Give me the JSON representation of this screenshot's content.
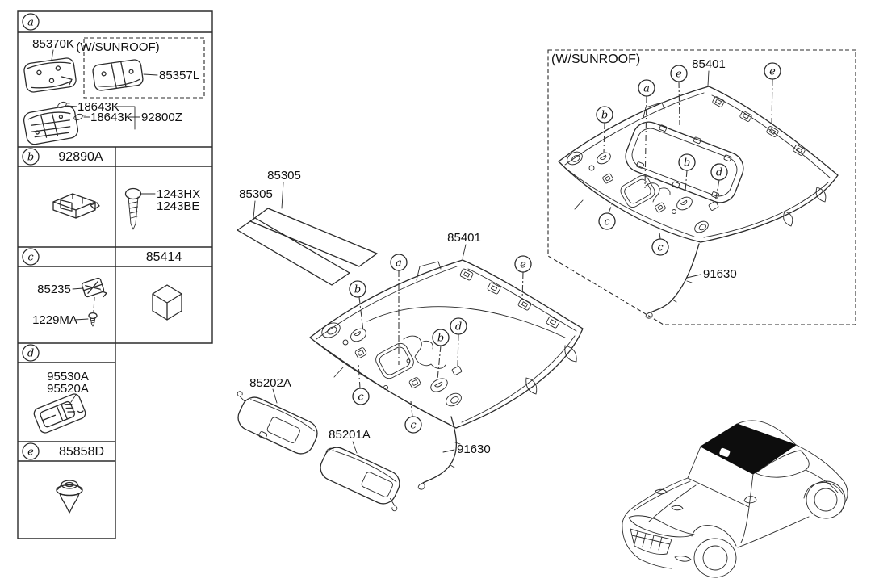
{
  "figure": {
    "background": "#ffffff",
    "line_color": "#2b2b2b",
    "text_color": "#101010"
  },
  "callouts": {
    "a": "a",
    "b": "b",
    "c": "c",
    "d": "d",
    "e": "e"
  },
  "legend": {
    "a": {
      "badge": "a",
      "front_lamp": "85370K",
      "variant": "(W/SUNROOF)",
      "sunroof_lamp": "85357L",
      "bulb1": "18643K",
      "bulb2": "18643K",
      "overhead_console": "92800Z"
    },
    "b": {
      "badge": "b",
      "header": "92890A",
      "screw1": "1243HX",
      "screw2": "1243BE"
    },
    "c": {
      "badge": "c",
      "header": "85414",
      "sensor": "85235",
      "screw": "1229MA"
    },
    "d": {
      "badge": "d",
      "mic1": "95530A",
      "mic2": "95520A"
    },
    "e": {
      "badge": "e",
      "header": "85858D"
    }
  },
  "main_view": {
    "tape1": "85305",
    "tape2": "85305",
    "headliner": "85401",
    "sunvisor_left": "85202A",
    "sunvisor_right": "85201A",
    "feeder_cable": "91630"
  },
  "sunroof_view": {
    "variant": "(W/SUNROOF)",
    "headliner": "85401",
    "feeder_cable": "91630"
  }
}
